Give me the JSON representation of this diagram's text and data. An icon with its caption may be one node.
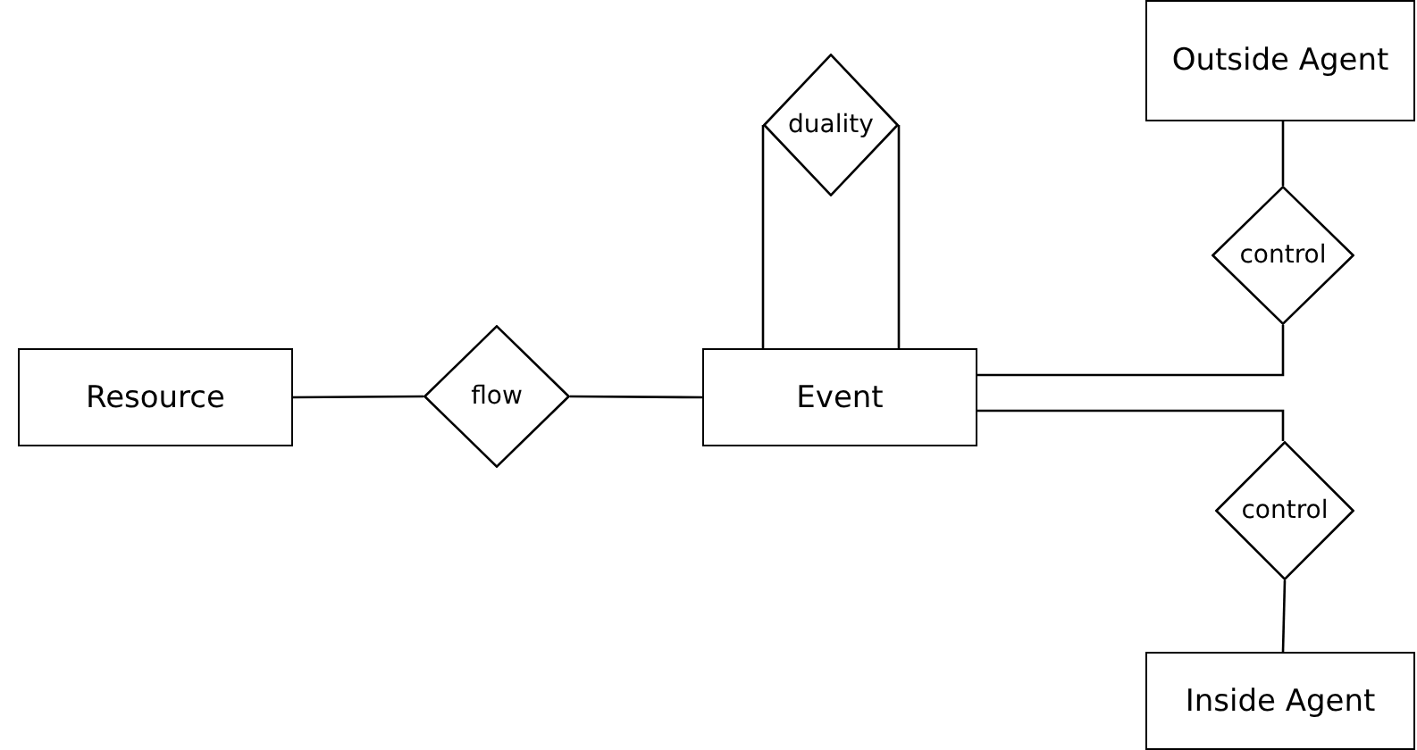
{
  "diagram": {
    "nodes": [
      {
        "text": [
          "Resource"
        ]
      },
      {
        "text": [
          "flow"
        ]
      },
      {
        "text": [
          "Event"
        ]
      },
      {
        "text": [
          "duality"
        ]
      },
      {
        "text": [
          "Outside Agent"
        ]
      },
      {
        "text": [
          "control"
        ]
      },
      {
        "text": [
          "control"
        ]
      },
      {
        "text": [
          "Inside Agent"
        ]
      }
    ],
    "edges": [
      {
        "from": 0,
        "to": 1,
        "arrow": "none"
      },
      {
        "from": 1,
        "to": 2,
        "arrow": "none"
      },
      {
        "from": 3,
        "to": 2,
        "arrow": "none"
      },
      {
        "from": 3,
        "to": 2,
        "arrow": "none"
      },
      {
        "from": 4,
        "to": 5,
        "arrow": "none"
      },
      {
        "from": 5,
        "to": 2,
        "arrow": "none"
      },
      {
        "from": 2,
        "to": 6,
        "arrow": "none"
      },
      {
        "from": 6,
        "to": 7,
        "arrow": "none"
      }
    ]
  }
}
